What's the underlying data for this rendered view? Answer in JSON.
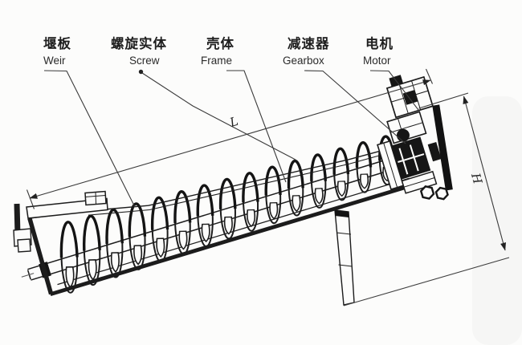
{
  "figure": {
    "parts": [
      {
        "zh": "堰板",
        "en": "Weir"
      },
      {
        "zh": "螺旋实体",
        "en": "Screw"
      },
      {
        "zh": "壳体",
        "en": "Frame"
      },
      {
        "zh": "减速器",
        "en": "Gearbox"
      },
      {
        "zh": "电机",
        "en": "Motor"
      }
    ],
    "dims": {
      "length": "L",
      "height": "H"
    },
    "colors": {
      "ink": "#1c1c1c",
      "paper": "#fcfcfb"
    }
  }
}
